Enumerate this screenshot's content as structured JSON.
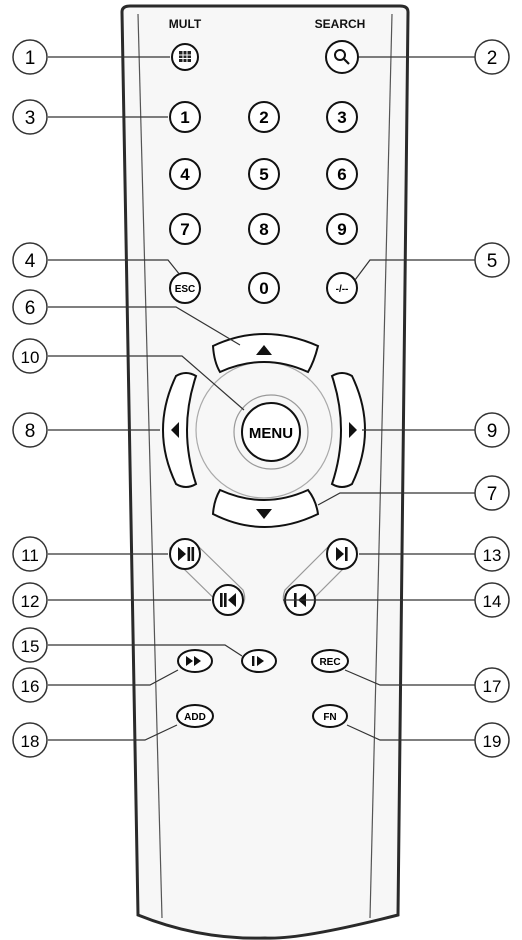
{
  "remote": {
    "top_labels": {
      "mult": "MULT",
      "search": "SEARCH"
    },
    "digit_buttons": [
      "1",
      "2",
      "3",
      "4",
      "5",
      "6",
      "7",
      "8",
      "9",
      "0"
    ],
    "esc_button": "ESC",
    "dash_button": "-/--",
    "menu_button": "MENU",
    "rec_button": "REC",
    "add_button": "ADD",
    "fn_button": "FN"
  },
  "callouts": [
    "1",
    "2",
    "3",
    "4",
    "5",
    "6",
    "7",
    "8",
    "9",
    "10",
    "11",
    "12",
    "13",
    "14",
    "15",
    "16",
    "17",
    "18",
    "19"
  ]
}
